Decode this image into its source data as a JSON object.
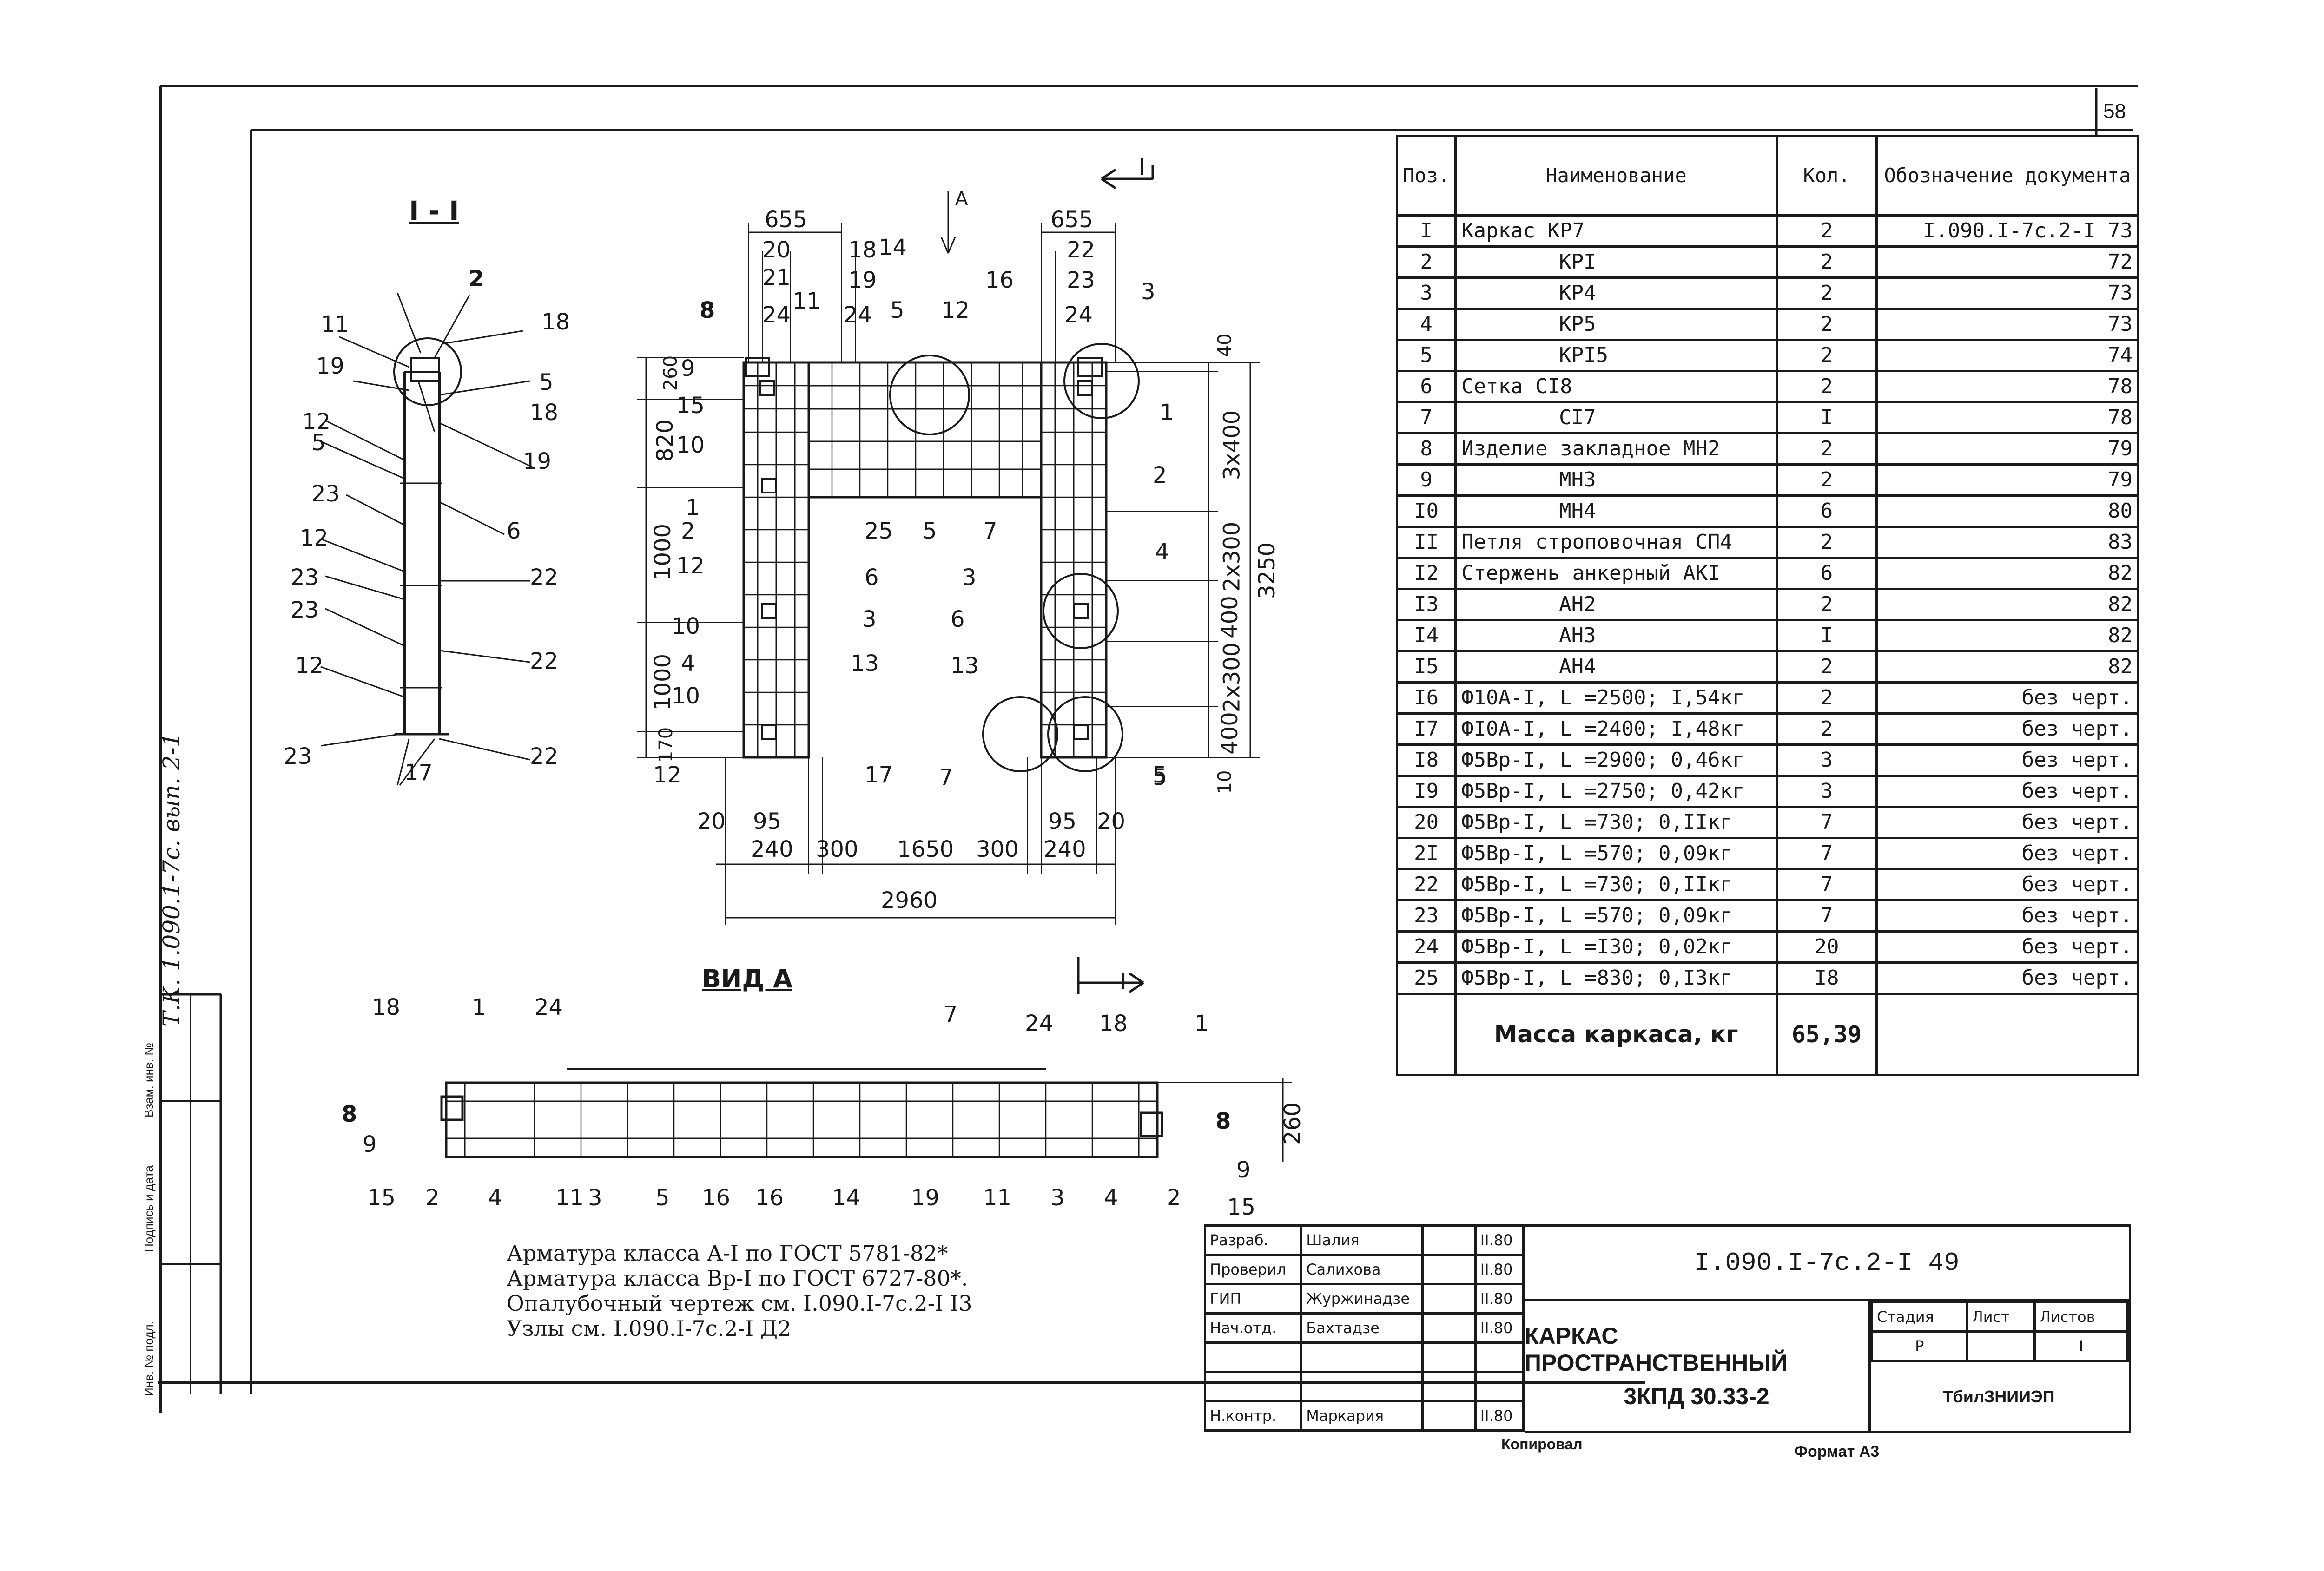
{
  "sheet_number": "58",
  "side_stamp": "Т.К. 1.090.1-7с. вып. 2-1",
  "left_strip": [
    "Инв. № подл.",
    "Подпись и дата",
    "Взам. инв. №"
  ],
  "section_title": "I - I",
  "view_title": "ВИД А",
  "arrow_labels": {
    "section_mark": "I",
    "view_mark": "А"
  },
  "section_view_callouts": [
    "2",
    "18",
    "5",
    "18",
    "19",
    "6",
    "22",
    "22",
    "22",
    "11",
    "19",
    "12",
    "5",
    "23",
    "12",
    "23",
    "23",
    "12",
    "23",
    "17"
  ],
  "plan_callouts": [
    "8",
    "9",
    "15",
    "10",
    "1",
    "2",
    "12",
    "10",
    "4",
    "10",
    "12",
    "20",
    "21",
    "24",
    "18",
    "19",
    "24",
    "11",
    "5",
    "14",
    "12",
    "16",
    "3",
    "1",
    "2",
    "4",
    "5",
    "25",
    "5",
    "7",
    "6",
    "3",
    "13",
    "6",
    "3",
    "13",
    "17",
    "7",
    "5",
    "22",
    "23",
    "24"
  ],
  "plan_dims": {
    "top_left": "655",
    "top_right": "655",
    "bottom": [
      "20",
      "95",
      "240",
      "300",
      "1650",
      "300",
      "95",
      "240",
      "20"
    ],
    "overall": "2960",
    "left_vertical": [
      "260",
      "820",
      "1000",
      "1000",
      "170"
    ],
    "right_vertical": [
      "40",
      "3x400",
      "2x300",
      "400",
      "2x300",
      "400",
      "10"
    ],
    "right_total": "3250"
  },
  "view_callouts": [
    "18",
    "1",
    "24",
    "7",
    "24",
    "18",
    "1",
    "8",
    "9",
    "15",
    "2",
    "4",
    "11",
    "3",
    "5",
    "16",
    "16",
    "14",
    "19",
    "11",
    "3",
    "4",
    "2",
    "15",
    "9",
    "8"
  ],
  "view_dim": "260",
  "notes": [
    "Арматура класса А-I по ГОСТ 5781-82*",
    "Арматура класса Вр-I по ГОСТ 6727-80*.",
    "Опалубочный чертеж см. I.090.I-7с.2-I I3",
    "Узлы см. I.090.I-7с.2-I Д2"
  ],
  "spec": {
    "headers": [
      "Поз.",
      "Наименование",
      "Кол.",
      "Обозначение документа"
    ],
    "rows": [
      [
        "I",
        "Каркас КР7",
        "2",
        "I.090.I-7с.2-I 73"
      ],
      [
        "2",
        "КРI",
        "2",
        "72"
      ],
      [
        "3",
        "КР4",
        "2",
        "73"
      ],
      [
        "4",
        "КР5",
        "2",
        "73"
      ],
      [
        "5",
        "КРI5",
        "2",
        "74"
      ],
      [
        "6",
        "Сетка СI8",
        "2",
        "78"
      ],
      [
        "7",
        "СI7",
        "I",
        "78"
      ],
      [
        "8",
        "Изделие закладное МН2",
        "2",
        "79"
      ],
      [
        "9",
        "МН3",
        "2",
        "79"
      ],
      [
        "I0",
        "МН4",
        "6",
        "80"
      ],
      [
        "II",
        "Петля строповочная СП4",
        "2",
        "83"
      ],
      [
        "I2",
        "Стержень анкерный АКI",
        "6",
        "82"
      ],
      [
        "I3",
        "АН2",
        "2",
        "82"
      ],
      [
        "I4",
        "АН3",
        "I",
        "82"
      ],
      [
        "I5",
        "АН4",
        "2",
        "82"
      ],
      [
        "I6",
        "Ф10А-I, L =2500; I,54кг",
        "2",
        "без черт."
      ],
      [
        "I7",
        "ФI0А-I, L =2400; I,48кг",
        "2",
        "без черт."
      ],
      [
        "I8",
        "Ф5Вр-I, L =2900; 0,46кг",
        "3",
        "без черт."
      ],
      [
        "I9",
        "Ф5Вр-I, L =2750; 0,42кг",
        "3",
        "без черт."
      ],
      [
        "20",
        "Ф5Вр-I, L =730; 0,IIкг",
        "7",
        "без черт."
      ],
      [
        "2I",
        "Ф5Вр-I, L =570; 0,09кг",
        "7",
        "без черт."
      ],
      [
        "22",
        "Ф5Вр-I, L =730; 0,IIкг",
        "7",
        "без черт."
      ],
      [
        "23",
        "Ф5Вр-I, L =570; 0,09кг",
        "7",
        "без черт."
      ],
      [
        "24",
        "Ф5Вр-I, L =I30; 0,02кг",
        "20",
        "без черт."
      ],
      [
        "25",
        "Ф5Вр-I, L =830; 0,I3кг",
        "I8",
        "без черт."
      ]
    ],
    "mass_label": "Масса каркаса, кг",
    "mass_value": "65,39"
  },
  "title_block": {
    "roles": [
      "Разраб.",
      "Проверил",
      "ГИП",
      "Нач.отд.",
      "",
      "",
      "Н.контр."
    ],
    "names": [
      "Шалия",
      "Салихова",
      "Журжинадзе",
      "Бахтадзе",
      "",
      "",
      "Маркария"
    ],
    "dates": [
      "II.80",
      "II.80",
      "II.80",
      "II.80",
      "",
      "",
      "II.80"
    ],
    "document_code": "I.090.I-7с.2-I 49",
    "title_line1": "КАРКАС ПРОСТРАНСТВЕННЫЙ",
    "title_line2": "3КПД 30.33-2",
    "stage_label": "Стадия",
    "sheet_label": "Лист",
    "sheets_label": "Листов",
    "stage_value": "Р",
    "sheets_value": "I",
    "organization": "ТбилЗНИИЭП"
  },
  "bottom_labels": {
    "copied": "Копировал",
    "format": "Формат А3"
  }
}
